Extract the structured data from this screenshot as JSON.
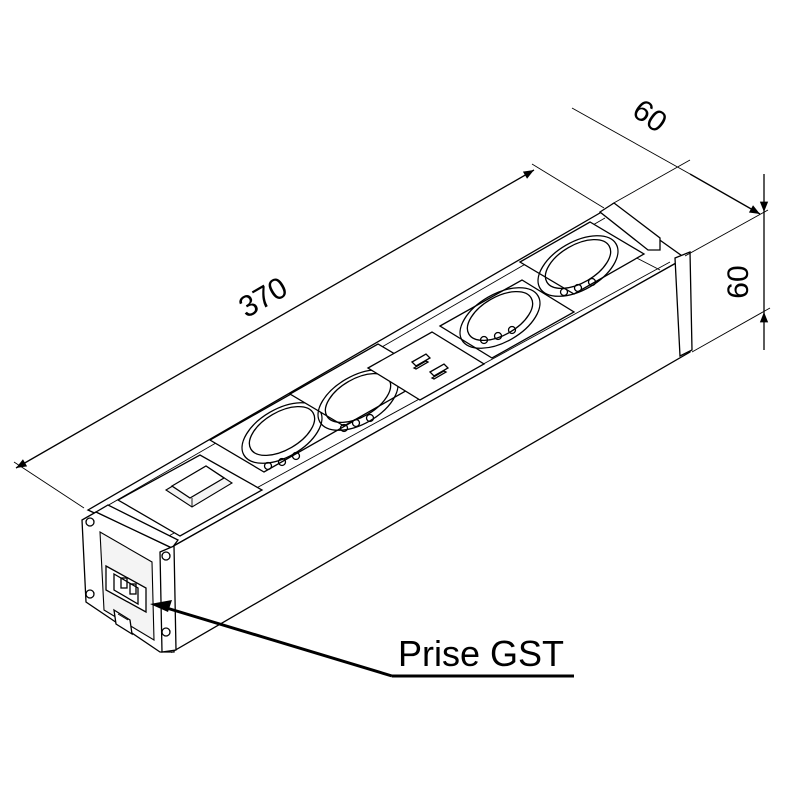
{
  "drawing": {
    "dimensions": {
      "length": "370",
      "depth": "60",
      "height": "60"
    },
    "callout": {
      "label": "Prise GST"
    },
    "modules": [
      "switch-module",
      "socket-module",
      "socket-module",
      "usb-module",
      "socket-module",
      "socket-module"
    ],
    "line_color": "#000000",
    "background_color": "#ffffff"
  }
}
